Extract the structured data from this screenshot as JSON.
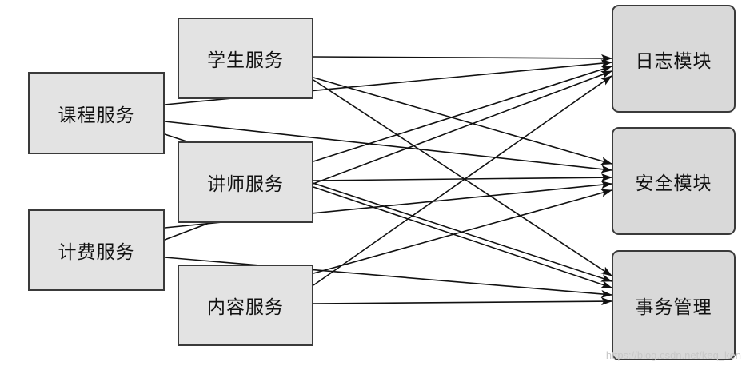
{
  "nodes": [
    {
      "id": "course",
      "label": "课程服务"
    },
    {
      "id": "student",
      "label": "学生服务"
    },
    {
      "id": "teacher",
      "label": "讲师服务"
    },
    {
      "id": "billing",
      "label": "计费服务"
    },
    {
      "id": "content",
      "label": "内容服务"
    },
    {
      "id": "log",
      "label": "日志模块"
    },
    {
      "id": "security",
      "label": "安全模块"
    },
    {
      "id": "tx",
      "label": "事务管理"
    }
  ],
  "edges": [
    {
      "from": "student",
      "to": "log"
    },
    {
      "from": "student",
      "to": "security"
    },
    {
      "from": "student",
      "to": "tx"
    },
    {
      "from": "course",
      "to": "log"
    },
    {
      "from": "course",
      "to": "security"
    },
    {
      "from": "course",
      "to": "tx"
    },
    {
      "from": "teacher",
      "to": "log"
    },
    {
      "from": "teacher",
      "to": "security"
    },
    {
      "from": "teacher",
      "to": "tx"
    },
    {
      "from": "billing",
      "to": "log"
    },
    {
      "from": "billing",
      "to": "security"
    },
    {
      "from": "billing",
      "to": "tx"
    },
    {
      "from": "content",
      "to": "log"
    },
    {
      "from": "content",
      "to": "security"
    },
    {
      "from": "content",
      "to": "tx"
    }
  ],
  "watermark": "https://blog.csdn.net/keq_ken"
}
